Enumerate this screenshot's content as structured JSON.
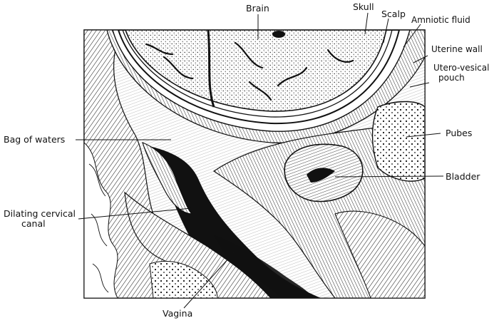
{
  "diagram": {
    "labels": {
      "brain": "Brain",
      "skull": "Skull",
      "scalp": "Scalp",
      "amniotic_fluid": "Amniotic fluid",
      "uterine_wall": "Uterine wall",
      "utero_vesical_pouch_line1": "Utero-vesical",
      "utero_vesical_pouch_line2": "pouch",
      "pubes": "Pubes",
      "bladder": "Bladder",
      "bag_of_waters": "Bag of waters",
      "dilating_cervical_canal_line1": "Dilating cervical",
      "dilating_cervical_canal_line2": "canal",
      "vagina": "Vagina"
    },
    "colors": {
      "ink": "#111111",
      "paper": "#ffffff"
    }
  }
}
